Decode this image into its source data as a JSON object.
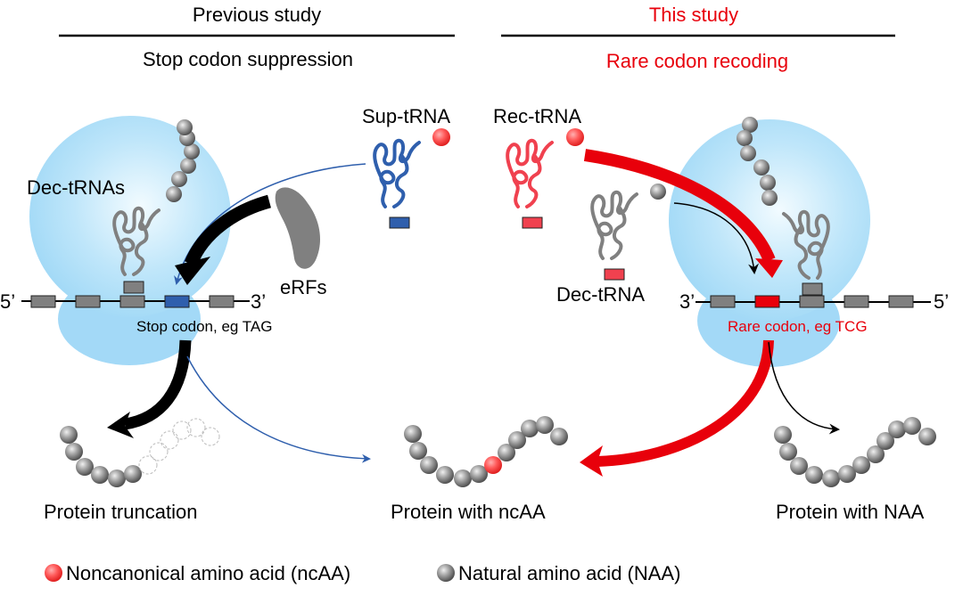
{
  "left_panel": {
    "header": "Previous study",
    "subheader": "Stop codon suppression",
    "labels": {
      "dec_trnas": "Dec-tRNAs",
      "sup_trna": "Sup-tRNA",
      "erfs": "eRFs",
      "five_prime": "5’",
      "three_prime": "3’",
      "codon_note": "Stop codon, eg TAG"
    },
    "outcomes": [
      "Protein truncation",
      "Protein with ncAA"
    ]
  },
  "right_panel": {
    "header": "This study",
    "subheader": "Rare codon recoding",
    "labels": {
      "rec_trna": "Rec-tRNA",
      "dec_trna": "Dec-tRNA",
      "three_prime": "3’",
      "five_prime": "5’",
      "codon_note": "Rare codon, eg TCG"
    },
    "outcomes": [
      "Protein with NAA"
    ]
  },
  "legend": {
    "ncaa": "Noncanonical amino acid (ncAA)",
    "naa": "Natural amino acid (NAA)"
  },
  "colors": {
    "accent_red": "#e8000b",
    "trna_red": "#f0414f",
    "sup_blue": "#2f5fad",
    "grey": "#808080",
    "ribosome": "#a8dcf7"
  }
}
